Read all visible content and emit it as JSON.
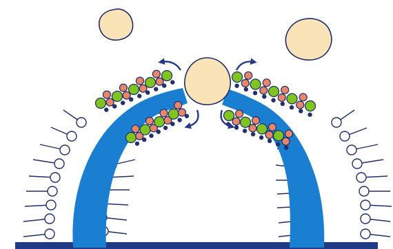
{
  "colors": {
    "membrane": "#1a7fd0",
    "baseline": "#213a86",
    "outline": "#1c2d6b",
    "particle": "#fbe3b8",
    "bead_green": "#7fc41f",
    "bead_salmon": "#e8866a",
    "bead_navy": "#22306b",
    "arrow": "#24398a"
  },
  "icons": {
    "particles": "irregular-round-particle",
    "arrows": "curved-arrow",
    "protein_chain": "bead-chain",
    "lipids": "lollipop-lipid"
  }
}
